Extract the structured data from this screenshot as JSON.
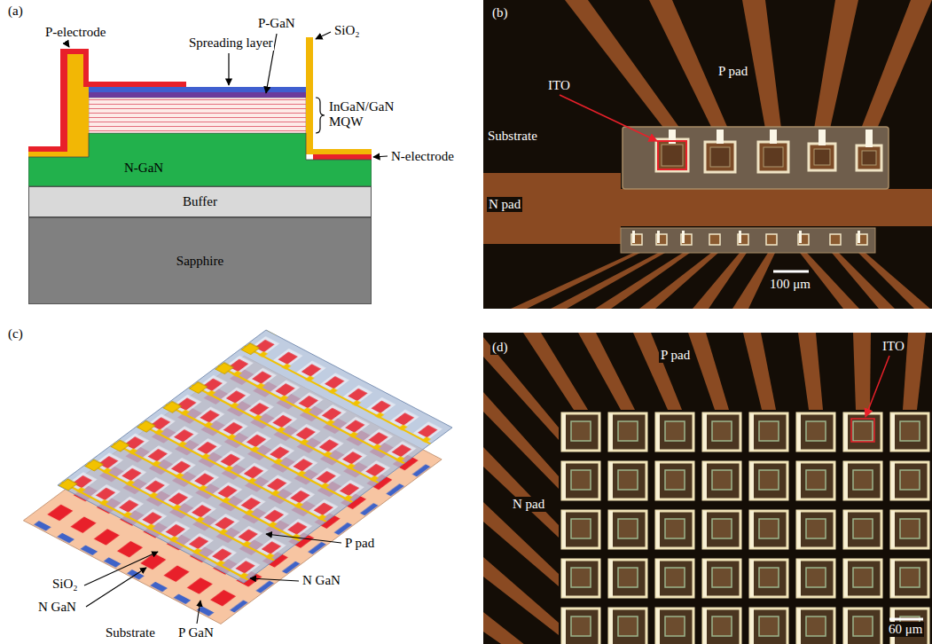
{
  "diagram": {
    "nodes": [
      {
        "text": [
          "N-GaN"
        ]
      },
      {
        "text": [
          "Buffer"
        ]
      },
      {
        "text": [
          "Sapphire"
        ]
      }
    ],
    "labels": [
      "(a)",
      "P-electrode",
      "Spreading layer",
      "P-GaN",
      "SiO₂",
      "InGaN/GaN MQW",
      "N-electrode",
      "(b)",
      "ITO",
      "P pad",
      "Substrate",
      "N pad",
      "100 μm",
      "(c)",
      "P pad",
      "SiO₂",
      "N GaN",
      "N GaN",
      "Substrate",
      "P GaN",
      "(d)",
      "P pad",
      "ITO",
      "N pad",
      "60 μm"
    ]
  }
}
